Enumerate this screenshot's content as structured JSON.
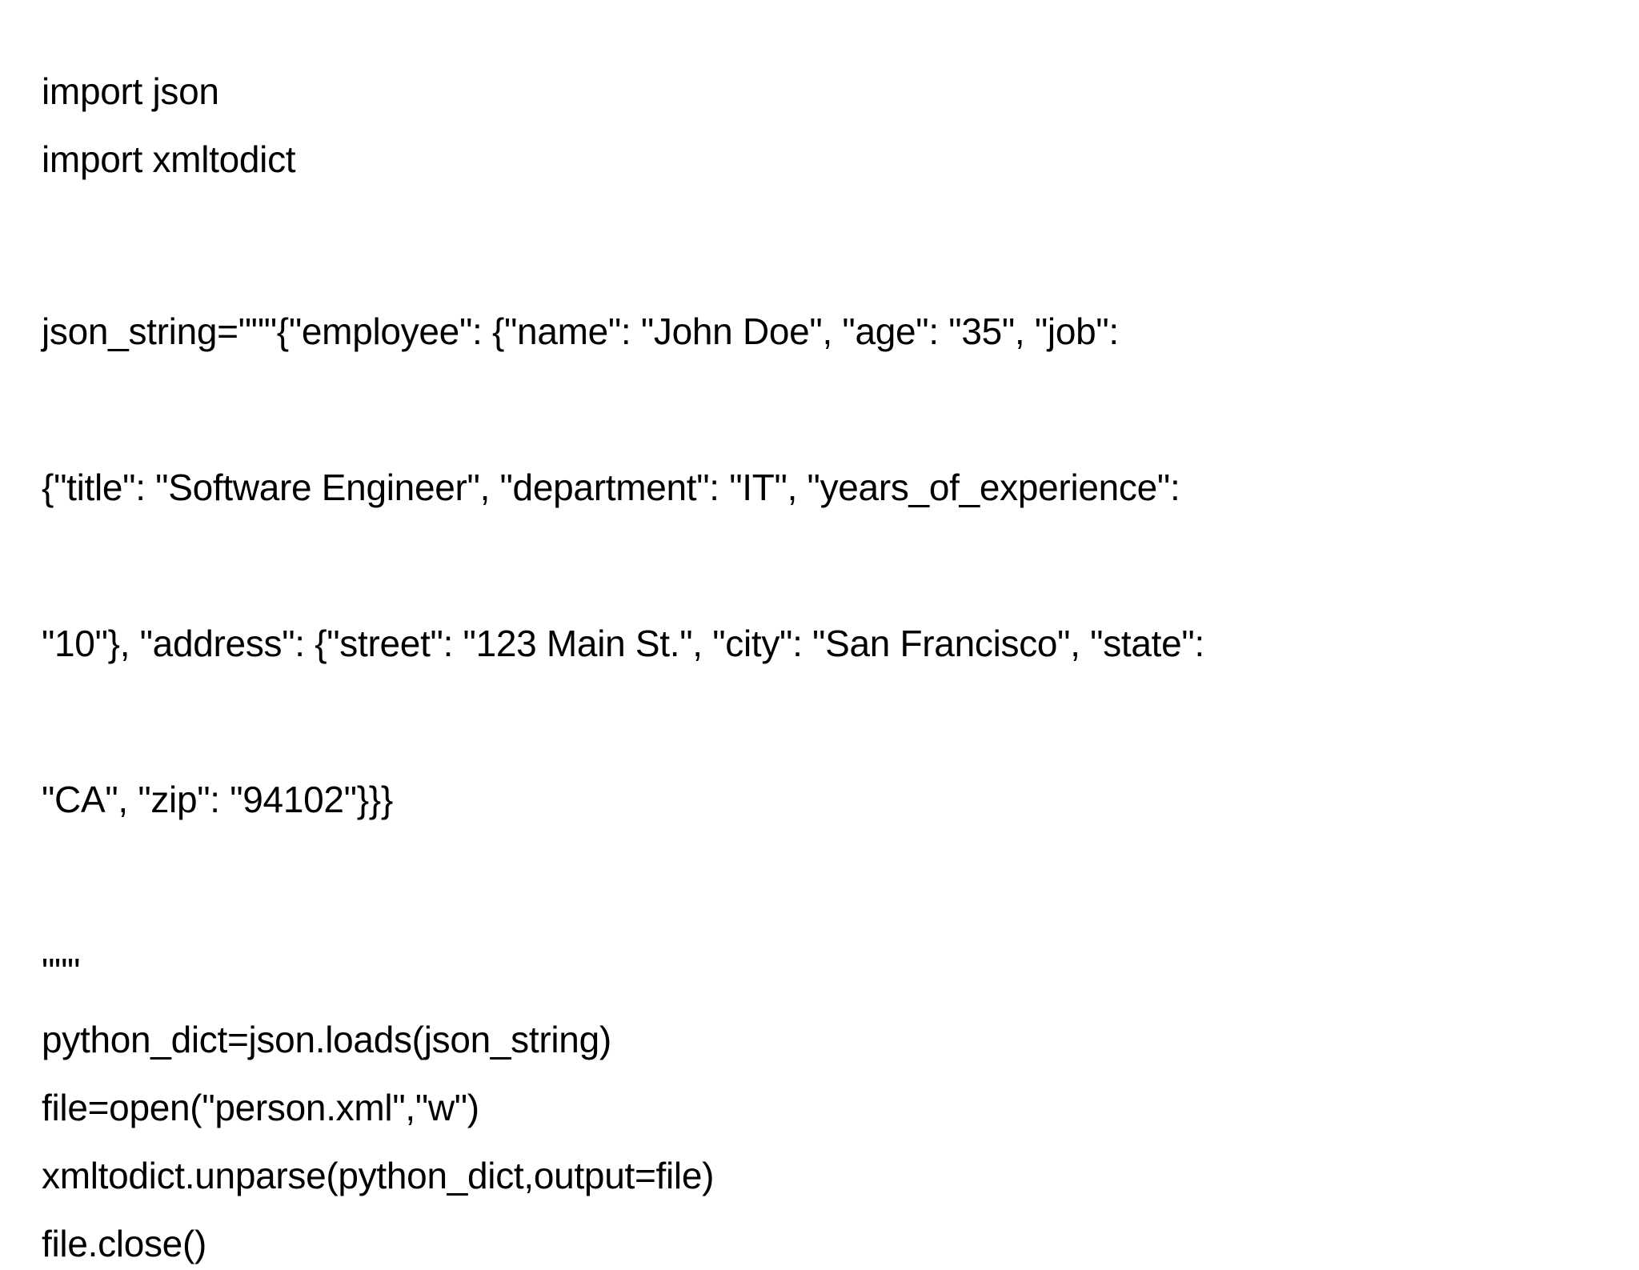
{
  "page": {
    "background_color": "#ffffff",
    "text_color": "#000000"
  },
  "code": {
    "line_import_json": "import json",
    "line_import_xmltodict": "import xmltodict",
    "json_string_lines": [
      "json_string=\"\"\"{\"employee\": {\"name\": \"John Doe\", \"age\": \"35\", \"job\":",
      "{\"title\": \"Software Engineer\", \"department\": \"IT\", \"years_of_experience\":",
      "\"10\"}, \"address\": {\"street\": \"123 Main St.\", \"city\": \"San Francisco\", \"state\":",
      "\"CA\", \"zip\": \"94102\"}}}"
    ],
    "triple_quote_close": "\"\"\"",
    "line_loads": "python_dict=json.loads(json_string)",
    "line_open": "file=open(\"person.xml\",\"w\")",
    "line_unparse": "xmltodict.unparse(python_dict,output=file)",
    "line_close": "file.close()"
  }
}
